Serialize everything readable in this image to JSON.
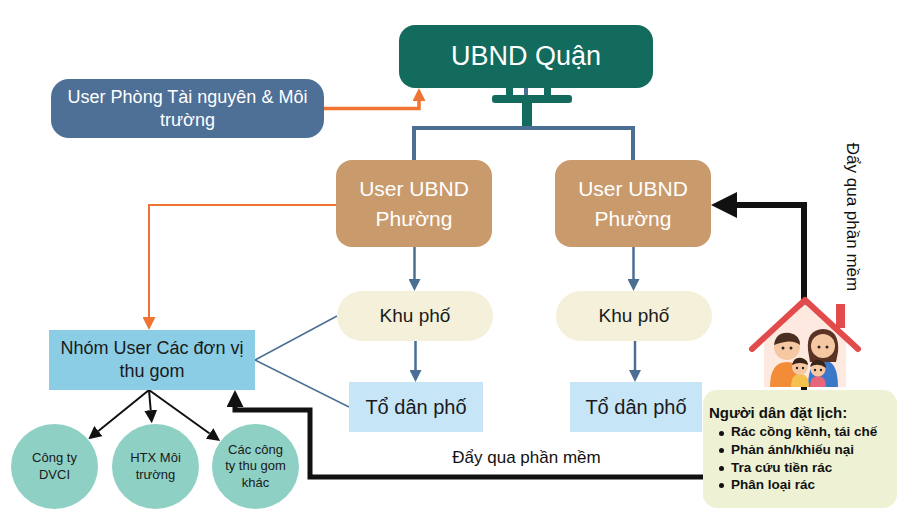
{
  "diagram": {
    "nodes": [
      {
        "text": [
          "UBND Quận"
        ]
      },
      {
        "text": [
          "User Phòng Tài nguyên & Môi trường"
        ]
      },
      {
        "text": [
          "User UBND Phường"
        ]
      },
      {
        "text": [
          "User UBND Phường"
        ]
      },
      {
        "text": [
          "Khu phố"
        ]
      },
      {
        "text": [
          "Khu phố"
        ]
      },
      {
        "text": [
          "Nhóm User Các đơn vị thu gom"
        ]
      },
      {
        "text": [
          "Tổ dân phố"
        ]
      },
      {
        "text": [
          "Tổ dân phố"
        ]
      },
      {
        "text": [
          "Công ty DVCI"
        ]
      },
      {
        "text": [
          "HTX Môi trường"
        ]
      },
      {
        "text": [
          "Các công ty thu gom khác"
        ]
      },
      {
        "text": [
          "Người dân đặt lịch:",
          "Rác cồng kềnh, tái chế",
          "Phản ánh/khiếu nại",
          "Tra cứu tiền rác",
          "Phân loại rác"
        ]
      }
    ],
    "edges": [
      {
        "from": 1,
        "to": 0,
        "arrow": "to"
      },
      {
        "from": 0,
        "to": 2,
        "arrow": "none"
      },
      {
        "from": 0,
        "to": 3,
        "arrow": "none"
      },
      {
        "from": 2,
        "to": 4,
        "arrow": "to"
      },
      {
        "from": 4,
        "to": 7,
        "arrow": "to"
      },
      {
        "from": 3,
        "to": 5,
        "arrow": "to"
      },
      {
        "from": 5,
        "to": 8,
        "arrow": "to"
      },
      {
        "from": 2,
        "to": 6,
        "arrow": "to"
      },
      {
        "from": 6,
        "to": 4,
        "arrow": "none"
      },
      {
        "from": 6,
        "to": 7,
        "arrow": "none"
      },
      {
        "from": 6,
        "to": 9,
        "arrow": "to"
      },
      {
        "from": 6,
        "to": 10,
        "arrow": "to"
      },
      {
        "from": 6,
        "to": 11,
        "arrow": "to"
      },
      {
        "from": 12,
        "to": 3,
        "arrow": "to",
        "label": "Đẩy qua phần mềm"
      },
      {
        "from": 12,
        "to": 6,
        "arrow": "to",
        "label": "Đẩy qua phần mềm"
      }
    ]
  }
}
